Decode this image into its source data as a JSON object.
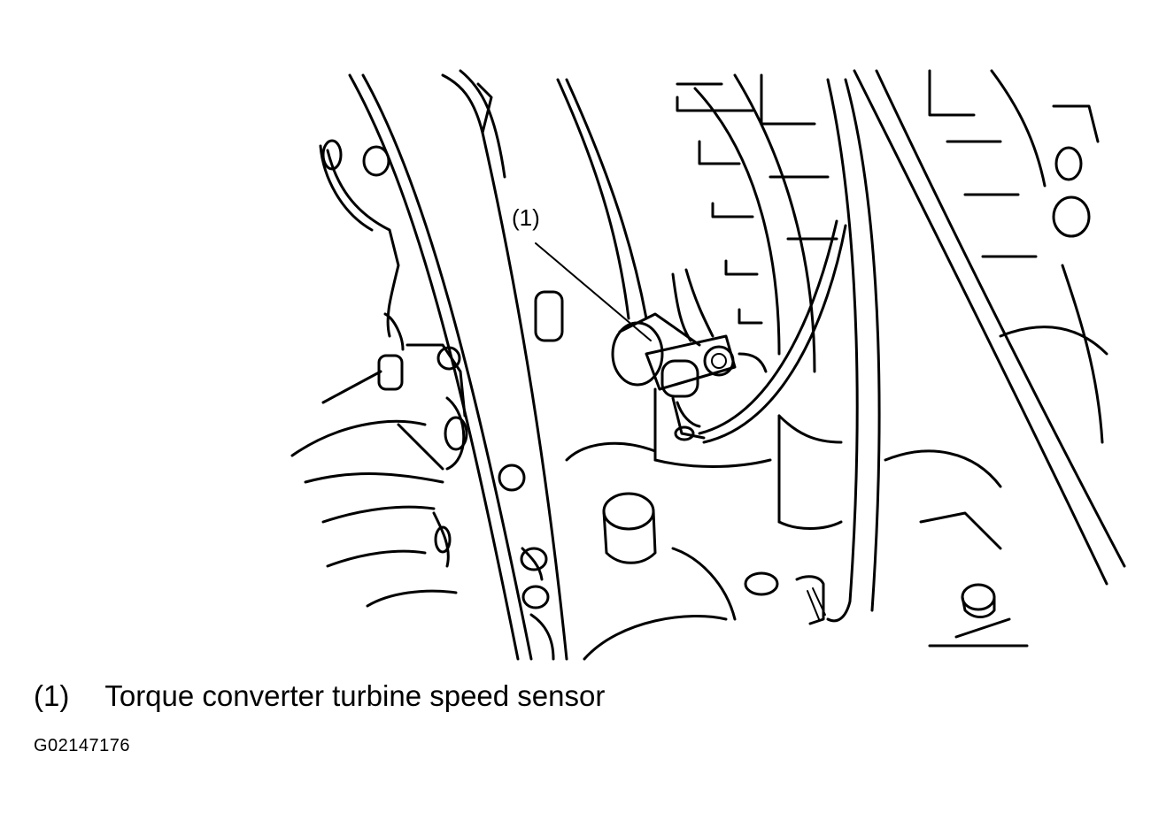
{
  "diagram": {
    "callout_label": "(1)",
    "legend": {
      "number": "(1)",
      "text": "Torque converter turbine speed sensor"
    },
    "figure_code": "G02147176"
  }
}
